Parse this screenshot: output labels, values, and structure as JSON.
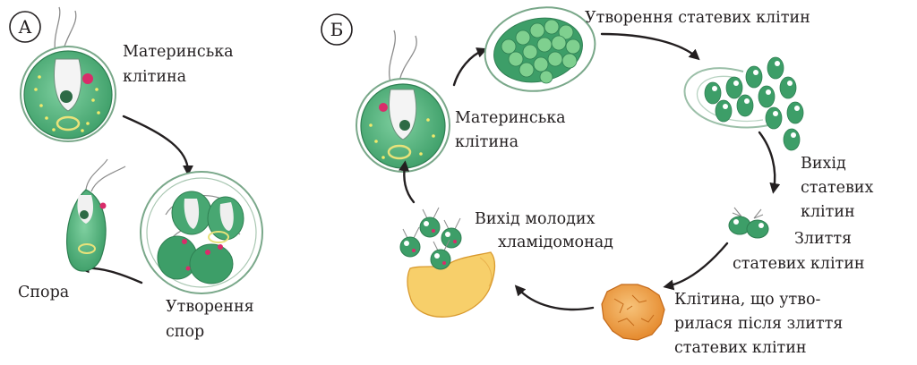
{
  "colors": {
    "cell_green": "#4fb27a",
    "cell_edge": "#2f7f52",
    "dot_yellow": "#f2ea6b",
    "pyrenoid": "#e9e27a",
    "eye_red": "#d92c6a",
    "zygote_orange": "#f2a24a",
    "membrane_yellow": "#f7cf6a",
    "arrow": "#231f20"
  },
  "panel_a": {
    "letter": "А",
    "mother_cell_label": [
      "Материнська",
      "клітина"
    ],
    "spore_label": "Спора",
    "spore_formation_label": [
      "Утворення",
      "спор"
    ]
  },
  "panel_b": {
    "letter": "Б",
    "mother_cell_label": [
      "Материнська",
      "клітина"
    ],
    "gamete_formation_label": "Утворення статевих клітин",
    "gamete_release_label": [
      "Вихід",
      "статевих",
      "клітин"
    ],
    "gamete_fusion_label": [
      "Злиття",
      "статевих клітин"
    ],
    "zygote_label": [
      "Клітина, що утво-",
      "рилася після злиття",
      "статевих клітин"
    ],
    "young_release_label": [
      "Вихід молодих",
      "хламідомонад"
    ]
  }
}
